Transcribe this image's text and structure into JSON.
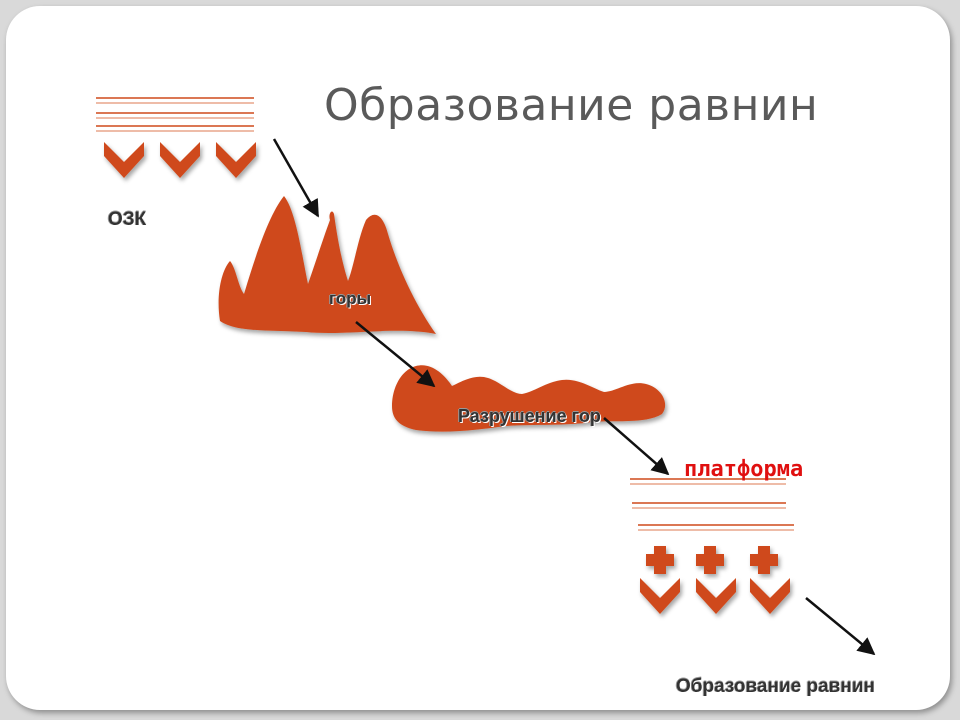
{
  "title": "Образование равнин",
  "labels": {
    "ozk": "ОЗК",
    "gory": "горы",
    "razrushenie": "Разрушение гор",
    "platforma": "платформа",
    "result": "Образование равнин"
  },
  "colors": {
    "accent": "#cf4a1c",
    "title_text": "#5a5a5a",
    "platform_text": "#e01010",
    "label_text": "#333333"
  }
}
